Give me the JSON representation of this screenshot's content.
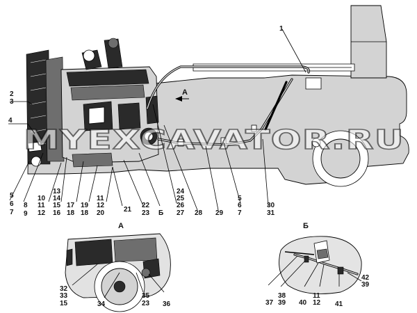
{
  "views": {
    "view_a": "А",
    "view_b": "Б"
  },
  "arrow_label": "А",
  "watermark": "MYEXCAVATOR.RU",
  "callouts": {
    "c1": "1",
    "c2_3": [
      "2",
      "3"
    ],
    "c4": "4",
    "g5_6_7_left": [
      "5",
      "6",
      "7"
    ],
    "g8_9": [
      "8",
      "9"
    ],
    "g10_11_12": [
      "10",
      "11",
      "12"
    ],
    "g13_14_15_16": [
      "13",
      "14",
      "15",
      "16"
    ],
    "g17_18": [
      "17",
      "18"
    ],
    "g19_18": [
      "19",
      "18"
    ],
    "g11_12_20": [
      "11",
      "12",
      "20"
    ],
    "c21": "21",
    "g22_23_B": [
      "22",
      "23",
      "Б"
    ],
    "g24_25_26_27": [
      "24",
      "25",
      "26",
      "27"
    ],
    "c28": "28",
    "c29": "29",
    "g5_6_7_right": [
      "5",
      "6",
      "7"
    ],
    "g30_31": [
      "30",
      "31"
    ],
    "g32_33_15": [
      "32",
      "33",
      "15"
    ],
    "c34": "34",
    "g35_23": [
      "35",
      "23"
    ],
    "c36": "36",
    "c37": "37",
    "g38_39": [
      "38",
      "39"
    ],
    "c40": "40",
    "g11_12_b": [
      "11",
      "12"
    ],
    "c41": "41",
    "g42_39": [
      "42",
      "39"
    ]
  }
}
